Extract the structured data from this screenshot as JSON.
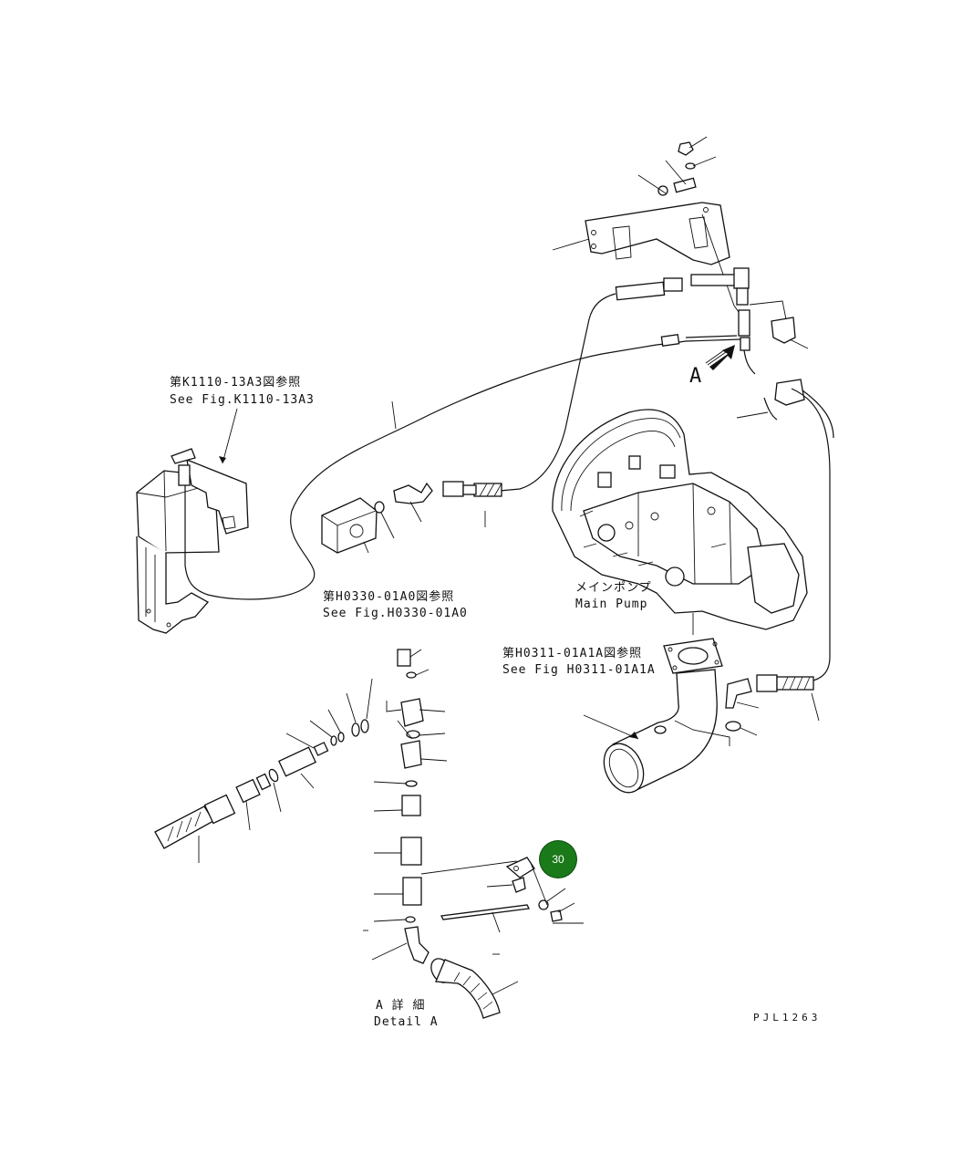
{
  "labels": {
    "ref_k1110_jp": "第K1110-13A3図参照",
    "ref_k1110_en": "See Fig.K1110-13A3",
    "ref_h0330_jp": "第H0330-01A0図参照",
    "ref_h0330_en": "See Fig.H0330-01A0",
    "ref_h0311_jp": "第H0311-01A1A図参照",
    "ref_h0311_en": "See Fig H0311-01A1A",
    "main_pump_jp": "メインポンプ",
    "main_pump_en": "Main Pump",
    "view_a": "A",
    "detail_a_jp": "A 詳 細",
    "detail_a_en": "Detail A",
    "drawing_code": "PJL1263"
  },
  "callouts": [
    {
      "number": "30",
      "color": "#1a7a1a"
    }
  ]
}
